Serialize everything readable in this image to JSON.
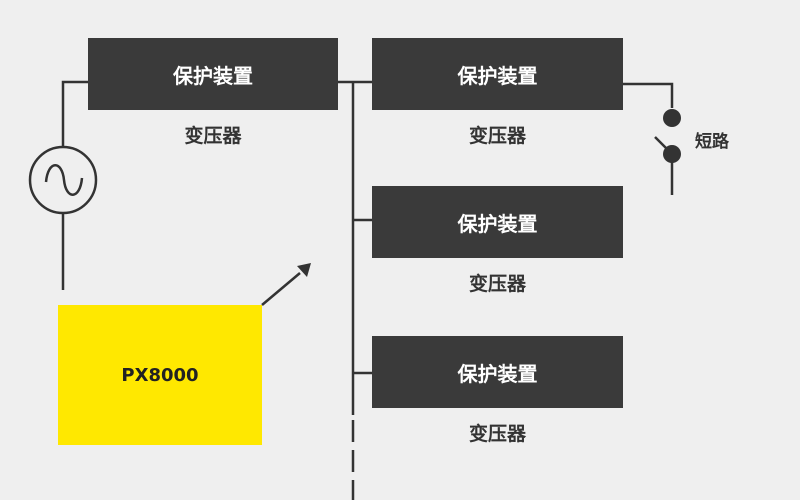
{
  "devices": [
    {
      "device": "保护装置",
      "label": "变压器"
    },
    {
      "device": "保护装置",
      "label": "变压器"
    },
    {
      "device": "保护装置",
      "label": "变压器"
    },
    {
      "device": "保护装置",
      "label": "变压器"
    }
  ],
  "short_circuit_label": "短路",
  "test_set": "PX8000",
  "colors": {
    "box": "#3a3a3a",
    "highlight": "#ffe800",
    "background": "#efefef",
    "line": "#333333"
  }
}
